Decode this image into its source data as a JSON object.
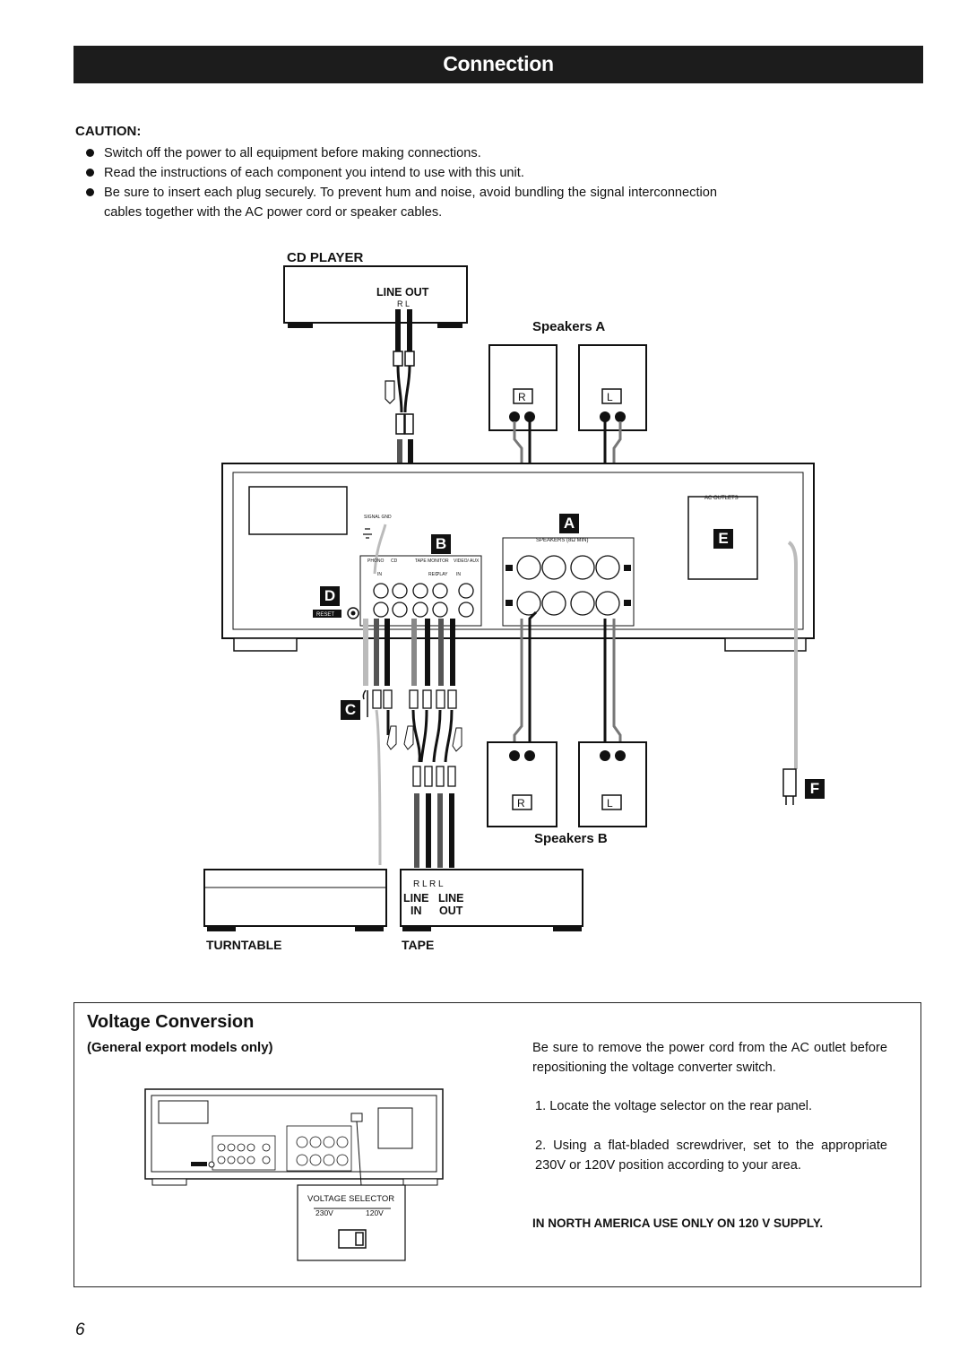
{
  "header": {
    "title": "Connection"
  },
  "caution": {
    "title": "CAUTION:",
    "items": [
      "Switch off the power to all equipment before making connections.",
      "Read the instructions of each component you intend to use with this unit.",
      "Be sure to insert each plug securely. To prevent hum and noise, avoid bundling the signal interconnection cables together with the AC power cord or speaker cables."
    ]
  },
  "diagram": {
    "cd_player": "CD PLAYER",
    "line_out": "LINE OUT",
    "rl": "R  L",
    "speakers_a": "Speakers A",
    "speakers_b": "Speakers B",
    "speaker_r": "R",
    "speaker_l": "L",
    "turntable": "TURNTABLE",
    "tape": "TAPE",
    "tape_rl": "R  L  R  L",
    "tape_line_in": "LINE",
    "tape_in": "IN",
    "tape_line_out": "LINE",
    "tape_out": "OUT",
    "ac_outlets": "AC OUTLETS",
    "signal_gnd": "SIGNAL GND",
    "speakers_ohm": "SPEAKERS (8Ω MIN)",
    "phono": "PHONO",
    "cd": "CD",
    "tape_monitor": "TAPE MONITOR",
    "video_aux": "VIDEO/ AUX",
    "in": "IN",
    "rec": "REC",
    "play": "PLAY",
    "reset": "RESET",
    "letters": {
      "a": "A",
      "b": "B",
      "c": "C",
      "d": "D",
      "e": "E",
      "f": "F"
    }
  },
  "voltage": {
    "title": "Voltage Conversion",
    "subtitle": "(General export models only)",
    "warning": "Be sure to remove the power cord from the AC outlet before repositioning the voltage converter switch.",
    "step1": "1. Locate the voltage selector on the rear panel.",
    "step2": "2. Using a flat-bladed screwdriver, set to the appropriate 230V or 120V position according to your area.",
    "note": "IN NORTH AMERICA USE ONLY ON 120 V SUPPLY.",
    "selector_label": "VOLTAGE SELECTOR",
    "v230": "230V",
    "v120": "120V"
  },
  "page": {
    "number": "6"
  }
}
